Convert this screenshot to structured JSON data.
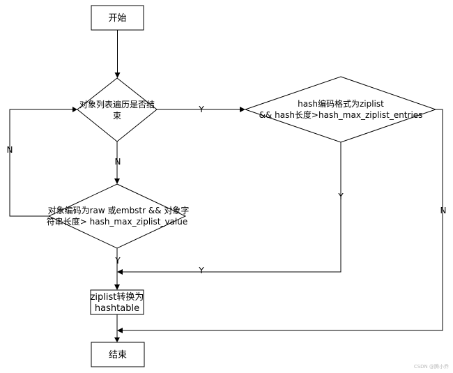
{
  "nodes": {
    "start": "开始",
    "loop_end_check": [
      "对象列表遍历是否结",
      "束"
    ],
    "hash_check": [
      "hash编码格式为ziplist",
      "&& hash长度>hash_max_ziplist_entries"
    ],
    "obj_check": [
      "对象编码为raw 或embstr && 对象字",
      "符串长度> hash_max_ziplist_value"
    ],
    "convert": [
      "ziplist转换为",
      "hashtable"
    ],
    "end": "结束"
  },
  "edge_labels": {
    "loop_yes": "Y",
    "loop_no": "N",
    "obj_no": "N",
    "obj_yes": "Y",
    "hash_yes": "Y",
    "hash_yes_merge": "Y",
    "hash_no": "N"
  },
  "watermark": "CSDN @腾小乔"
}
